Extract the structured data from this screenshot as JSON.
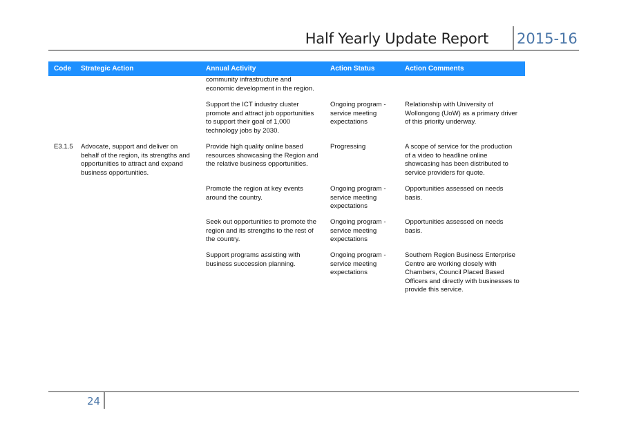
{
  "header": {
    "title": "Half Yearly Update Report",
    "year": "2015-16"
  },
  "table": {
    "columns": {
      "code": "Code",
      "strategic_action": "Strategic Action",
      "annual_activity": "Annual Activity",
      "action_status": "Action Status",
      "action_comments": "Action Comments"
    },
    "rows": [
      {
        "code": "",
        "strategic_action": "",
        "annual_activity": "community infrastructure and\neconomic development in the region.",
        "action_status": "",
        "action_comments": ""
      },
      {
        "code": "",
        "strategic_action": "",
        "annual_activity": "Support the ICT industry cluster\npromote and attract job opportunities\nto support their goal of 1,000\ntechnology jobs by 2030.",
        "action_status": "Ongoing program -\nservice meeting\nexpectations",
        "action_comments": "Relationship with University of\nWollongong (UoW) as a primary driver\nof this priority underway."
      },
      {
        "code": "E3.1.5",
        "strategic_action": "Advocate, support and deliver on\nbehalf of the region, its strengths and\nopportunities to attract and expand\nbusiness opportunities.",
        "annual_activity": "Provide high quality online based\nresources showcasing the Region and\nthe relative business opportunities.",
        "action_status": "Progressing",
        "action_comments": "A scope of service for the production\nof a video to headline online\nshowcasing has been distributed to\nservice providers for quote."
      },
      {
        "code": "",
        "strategic_action": "",
        "annual_activity": "Promote the region at key events\naround the country.",
        "action_status": "Ongoing program -\nservice meeting\nexpectations",
        "action_comments": "Opportunities assessed on needs\nbasis."
      },
      {
        "code": "",
        "strategic_action": "",
        "annual_activity": "Seek out opportunities to promote the\nregion and its strengths to the rest of\nthe country.",
        "action_status": "Ongoing program -\nservice meeting\nexpectations",
        "action_comments": "Opportunities assessed on needs\nbasis."
      },
      {
        "code": "",
        "strategic_action": "",
        "annual_activity": "Support programs assisting with\nbusiness succession planning.",
        "action_status": "Ongoing program -\nservice meeting\nexpectations",
        "action_comments": "Southern Region Business Enterprise\nCentre are working closely with\nChambers, Council Placed Based\nOfficers and directly with businesses to\nprovide this service."
      }
    ]
  },
  "footer": {
    "page_number": "24"
  },
  "colors": {
    "header_bar": "#1e90ff",
    "accent": "#4a76a8",
    "rule": "#9a9a9a"
  }
}
